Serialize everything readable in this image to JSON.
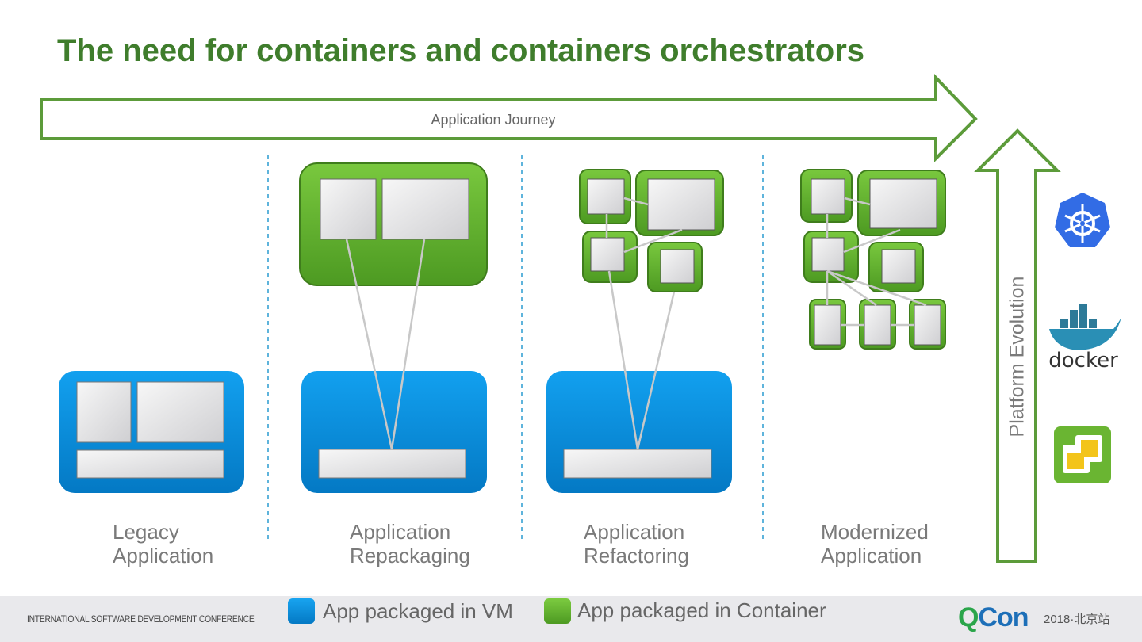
{
  "title": "The need for containers and containers orchestrators",
  "journey_label": "Application Journey",
  "platform_label": "Platform Evolution",
  "stages": [
    {
      "line1": "Legacy",
      "line2": "Application"
    },
    {
      "line1": "Application",
      "line2": "Repackaging"
    },
    {
      "line1": "Application",
      "line2": "Refactoring"
    },
    {
      "line1": "Modernized",
      "line2": "Application"
    }
  ],
  "legend": [
    {
      "label": "App packaged in VM",
      "color": "#0a8fe0"
    },
    {
      "label": "App packaged in Container",
      "color": "#5fb52e"
    }
  ],
  "platform_icons": [
    "kubernetes-icon",
    "docker-icon",
    "vsphere-icon"
  ],
  "docker_wordmark": "docker",
  "footer": {
    "conference": "INTERNATIONAL SOFTWARE DEVELOPMENT CONFERENCE",
    "logo_q": "Q",
    "logo_rest": "Con",
    "edition": "2018·北京站"
  },
  "colors": {
    "title": "#3f7d2c",
    "arrow": "#5c9b3a",
    "vm": "#0a8fe0",
    "container": "#5fb52e"
  }
}
